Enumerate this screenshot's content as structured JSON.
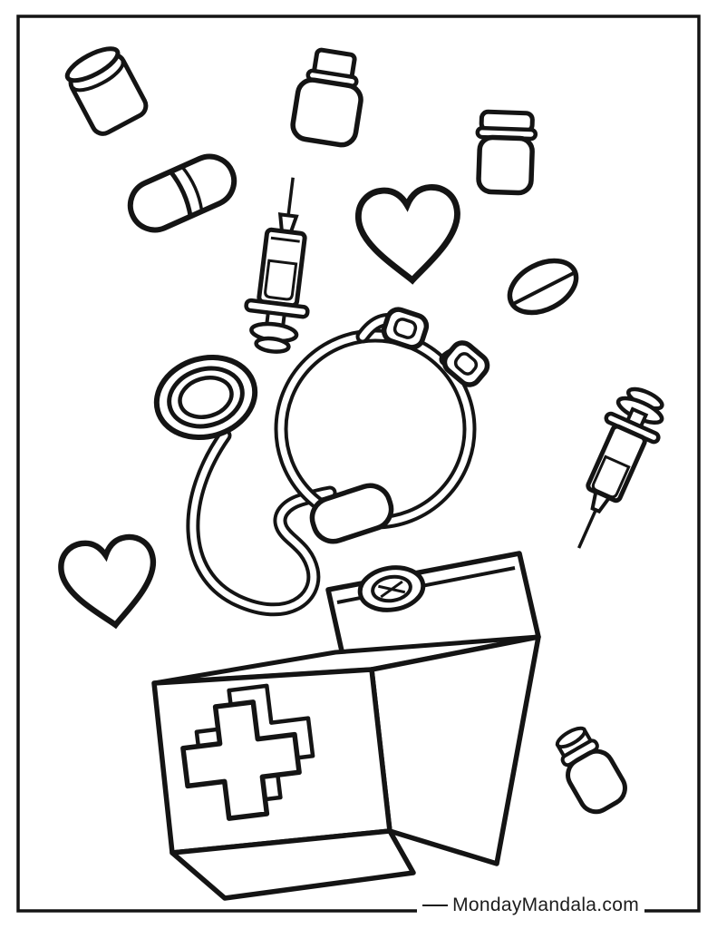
{
  "page": {
    "kind": "coloring-page",
    "colors": {
      "ink": "#141414",
      "paper": "#ffffff"
    }
  },
  "watermark": {
    "text": "MondayMandala.com"
  },
  "illustration": {
    "items": [
      "pill-bottle",
      "medicine-vial",
      "medicine-jar",
      "capsule-pill",
      "syringe-upright",
      "heart-large",
      "tablet-pill",
      "stethoscope",
      "syringe-diagonal",
      "heart-small",
      "first-aid-kit",
      "medicine-vial-small"
    ]
  }
}
